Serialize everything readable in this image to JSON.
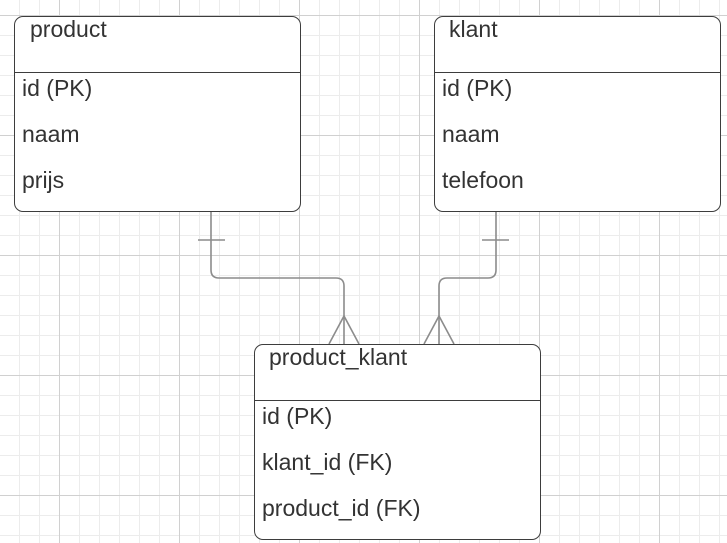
{
  "entities": {
    "product": {
      "title": "product",
      "fields": [
        "id (PK)",
        "naam",
        "prijs"
      ]
    },
    "klant": {
      "title": "klant",
      "fields": [
        "id (PK)",
        "naam",
        "telefoon"
      ]
    },
    "product_klant": {
      "title": "product_klant",
      "fields": [
        "id (PK)",
        "klant_id (FK)",
        "product_id (FK)"
      ]
    }
  },
  "relationships": [
    {
      "from": "product",
      "to": "product_klant",
      "from_cardinality": "one",
      "to_cardinality": "many"
    },
    {
      "from": "klant",
      "to": "product_klant",
      "from_cardinality": "one",
      "to_cardinality": "many"
    }
  ],
  "colors": {
    "entity_border": "#3d3d3d",
    "connector": "#8c8c8c",
    "text": "#333333"
  }
}
